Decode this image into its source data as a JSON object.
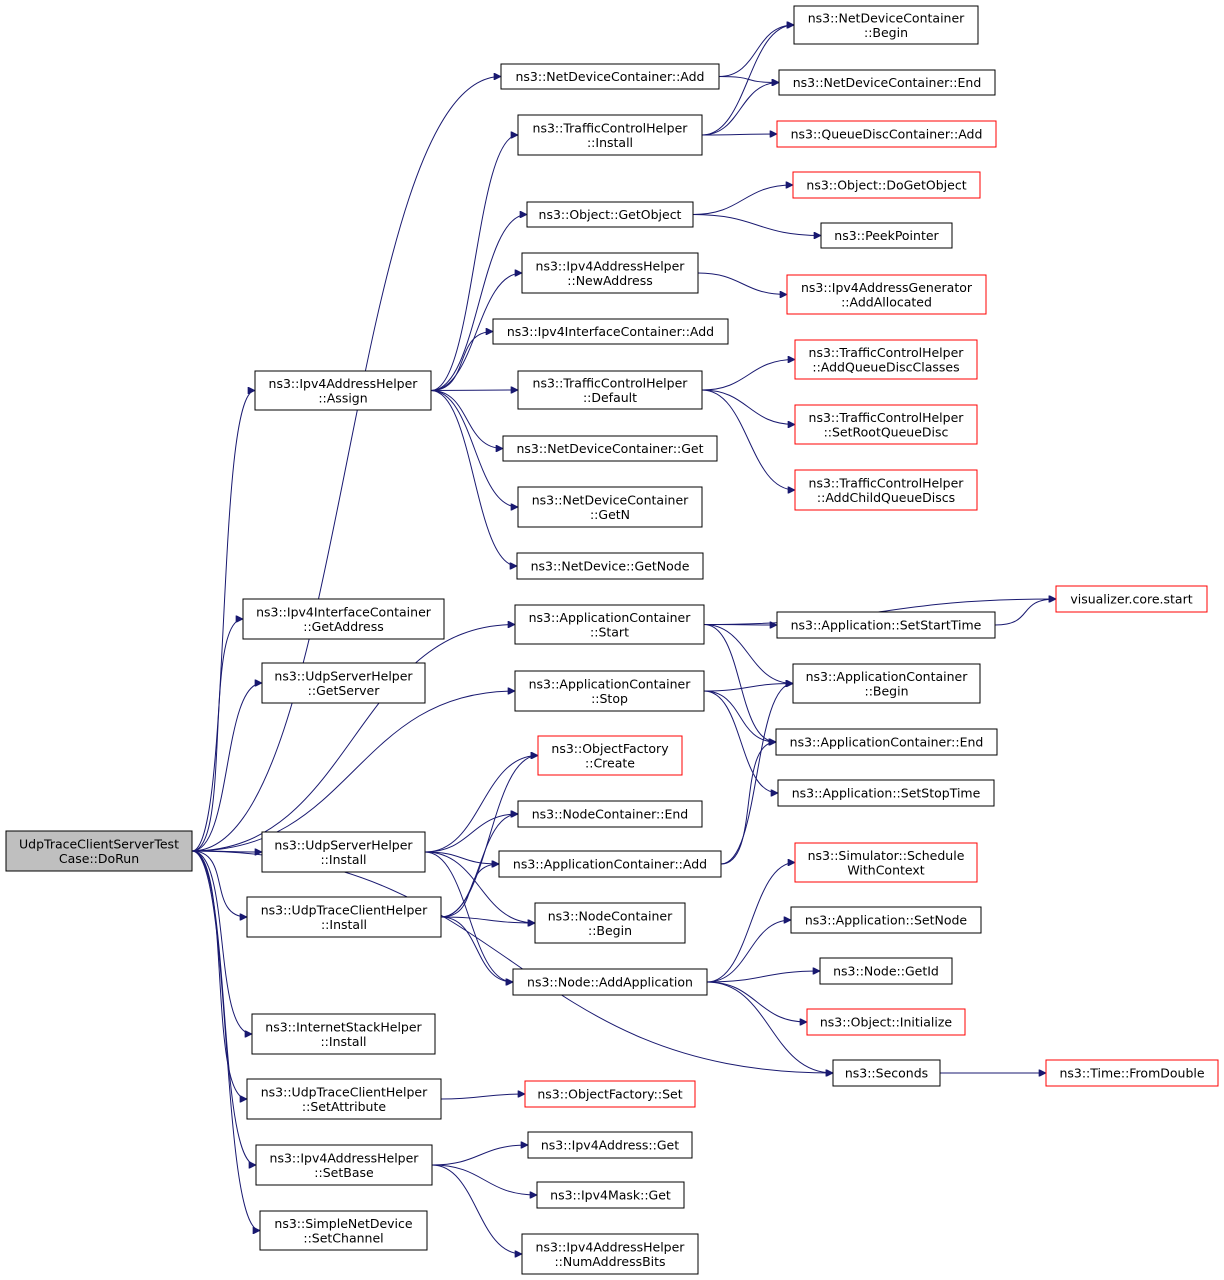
{
  "colors": {
    "edge": "#191970",
    "root_fill": "#bfbfbf",
    "node_border": "#000000",
    "truncated_node_border": "#ff0000"
  },
  "nodes": {
    "root": [
      "UdpTraceClientServerTest",
      "Case::DoRun"
    ],
    "ndc_add": [
      "ns3::NetDeviceContainer::Add"
    ],
    "ndc_begin": [
      "ns3::NetDeviceContainer",
      "::Begin"
    ],
    "ndc_end": [
      "ns3::NetDeviceContainer::End"
    ],
    "tch_install": [
      "ns3::TrafficControlHelper",
      "::Install"
    ],
    "qdc_add": [
      "ns3::QueueDiscContainer::Add"
    ],
    "obj_getobject": [
      "ns3::Object::GetObject"
    ],
    "obj_dogetobject": [
      "ns3::Object::DoGetObject"
    ],
    "peekpointer": [
      "ns3::PeekPointer"
    ],
    "ipv4ah_newaddress": [
      "ns3::Ipv4AddressHelper",
      "::NewAddress"
    ],
    "ipv4ag_addallocated": [
      "ns3::Ipv4AddressGenerator",
      "::AddAllocated"
    ],
    "ipv4ic_add": [
      "ns3::Ipv4InterfaceContainer::Add"
    ],
    "ipv4ah_assign": [
      "ns3::Ipv4AddressHelper",
      "::Assign"
    ],
    "tch_default": [
      "ns3::TrafficControlHelper",
      "::Default"
    ],
    "tch_addqdc": [
      "ns3::TrafficControlHelper",
      "::AddQueueDiscClasses"
    ],
    "tch_setroot": [
      "ns3::TrafficControlHelper",
      "::SetRootQueueDisc"
    ],
    "tch_addchild": [
      "ns3::TrafficControlHelper",
      "::AddChildQueueDiscs"
    ],
    "ndc_get": [
      "ns3::NetDeviceContainer::Get"
    ],
    "ndc_getn": [
      "ns3::NetDeviceContainer",
      "::GetN"
    ],
    "nd_getnode": [
      "ns3::NetDevice::GetNode"
    ],
    "ipv4ic_getaddress": [
      "ns3::Ipv4InterfaceContainer",
      "::GetAddress"
    ],
    "appc_start": [
      "ns3::ApplicationContainer",
      "::Start"
    ],
    "vis_start": [
      "visualizer.core.start"
    ],
    "app_setstarttime": [
      "ns3::Application::SetStartTime"
    ],
    "udpsh_getserver": [
      "ns3::UdpServerHelper",
      "::GetServer"
    ],
    "appc_stop": [
      "ns3::ApplicationContainer",
      "::Stop"
    ],
    "appc_begin": [
      "ns3::ApplicationContainer",
      "::Begin"
    ],
    "appc_end": [
      "ns3::ApplicationContainer::End"
    ],
    "of_create": [
      "ns3::ObjectFactory",
      "::Create"
    ],
    "app_setstoptime": [
      "ns3::Application::SetStopTime"
    ],
    "nc_end": [
      "ns3::NodeContainer::End"
    ],
    "udpsh_install": [
      "ns3::UdpServerHelper",
      "::Install"
    ],
    "appc_add": [
      "ns3::ApplicationContainer::Add"
    ],
    "sim_schedule": [
      "ns3::Simulator::Schedule",
      "WithContext"
    ],
    "udptch_install": [
      "ns3::UdpTraceClientHelper",
      "::Install"
    ],
    "nc_begin": [
      "ns3::NodeContainer",
      "::Begin"
    ],
    "app_setnode": [
      "ns3::Application::SetNode"
    ],
    "node_addapp": [
      "ns3::Node::AddApplication"
    ],
    "node_getid": [
      "ns3::Node::GetId"
    ],
    "obj_initialize": [
      "ns3::Object::Initialize"
    ],
    "ish_install": [
      "ns3::InternetStackHelper",
      "::Install"
    ],
    "seconds": [
      "ns3::Seconds"
    ],
    "time_fromdouble": [
      "ns3::Time::FromDouble"
    ],
    "udptch_setattr": [
      "ns3::UdpTraceClientHelper",
      "::SetAttribute"
    ],
    "of_set": [
      "ns3::ObjectFactory::Set"
    ],
    "ipv4ah_setbase": [
      "ns3::Ipv4AddressHelper",
      "::SetBase"
    ],
    "ipv4addr_get": [
      "ns3::Ipv4Address::Get"
    ],
    "ipv4mask_get": [
      "ns3::Ipv4Mask::Get"
    ],
    "snd_setchannel": [
      "ns3::SimpleNetDevice",
      "::SetChannel"
    ],
    "ipv4ah_numaddrbits": [
      "ns3::Ipv4AddressHelper",
      "::NumAddressBits"
    ]
  },
  "edges": [
    [
      "root",
      "ipv4ah_assign"
    ],
    [
      "root",
      "ndc_add"
    ],
    [
      "root",
      "ipv4ic_getaddress"
    ],
    [
      "root",
      "udpsh_getserver"
    ],
    [
      "root",
      "appc_start"
    ],
    [
      "root",
      "appc_stop"
    ],
    [
      "root",
      "udpsh_install"
    ],
    [
      "root",
      "udptch_install"
    ],
    [
      "root",
      "ish_install"
    ],
    [
      "root",
      "seconds"
    ],
    [
      "root",
      "udptch_setattr"
    ],
    [
      "root",
      "ipv4ah_setbase"
    ],
    [
      "root",
      "snd_setchannel"
    ],
    [
      "ndc_add",
      "ndc_begin"
    ],
    [
      "ndc_add",
      "ndc_end"
    ],
    [
      "tch_install",
      "ndc_begin"
    ],
    [
      "tch_install",
      "ndc_end"
    ],
    [
      "tch_install",
      "qdc_add"
    ],
    [
      "obj_getobject",
      "obj_dogetobject"
    ],
    [
      "obj_getobject",
      "peekpointer"
    ],
    [
      "ipv4ah_newaddress",
      "ipv4ag_addallocated"
    ],
    [
      "ipv4ah_assign",
      "tch_install"
    ],
    [
      "ipv4ah_assign",
      "obj_getobject"
    ],
    [
      "ipv4ah_assign",
      "ipv4ah_newaddress"
    ],
    [
      "ipv4ah_assign",
      "ipv4ic_add"
    ],
    [
      "ipv4ah_assign",
      "tch_default"
    ],
    [
      "ipv4ah_assign",
      "ndc_get"
    ],
    [
      "ipv4ah_assign",
      "ndc_getn"
    ],
    [
      "ipv4ah_assign",
      "nd_getnode"
    ],
    [
      "tch_default",
      "tch_addqdc"
    ],
    [
      "tch_default",
      "tch_setroot"
    ],
    [
      "tch_default",
      "tch_addchild"
    ],
    [
      "appc_start",
      "vis_start"
    ],
    [
      "appc_start",
      "app_setstarttime"
    ],
    [
      "appc_start",
      "appc_begin"
    ],
    [
      "appc_start",
      "appc_end"
    ],
    [
      "app_setstarttime",
      "vis_start"
    ],
    [
      "appc_stop",
      "appc_begin"
    ],
    [
      "appc_stop",
      "appc_end"
    ],
    [
      "appc_stop",
      "app_setstoptime"
    ],
    [
      "appc_add",
      "appc_begin"
    ],
    [
      "appc_add",
      "appc_end"
    ],
    [
      "udpsh_install",
      "of_create"
    ],
    [
      "udpsh_install",
      "nc_end"
    ],
    [
      "udpsh_install",
      "appc_add"
    ],
    [
      "udpsh_install",
      "nc_begin"
    ],
    [
      "udpsh_install",
      "node_addapp"
    ],
    [
      "udptch_install",
      "of_create"
    ],
    [
      "udptch_install",
      "nc_end"
    ],
    [
      "udptch_install",
      "appc_add"
    ],
    [
      "udptch_install",
      "nc_begin"
    ],
    [
      "udptch_install",
      "node_addapp"
    ],
    [
      "node_addapp",
      "sim_schedule"
    ],
    [
      "node_addapp",
      "app_setnode"
    ],
    [
      "node_addapp",
      "node_getid"
    ],
    [
      "node_addapp",
      "obj_initialize"
    ],
    [
      "node_addapp",
      "seconds"
    ],
    [
      "seconds",
      "time_fromdouble"
    ],
    [
      "udptch_setattr",
      "of_set"
    ],
    [
      "ipv4ah_setbase",
      "ipv4addr_get"
    ],
    [
      "ipv4ah_setbase",
      "ipv4mask_get"
    ],
    [
      "ipv4ah_setbase",
      "ipv4ah_numaddrbits"
    ]
  ]
}
